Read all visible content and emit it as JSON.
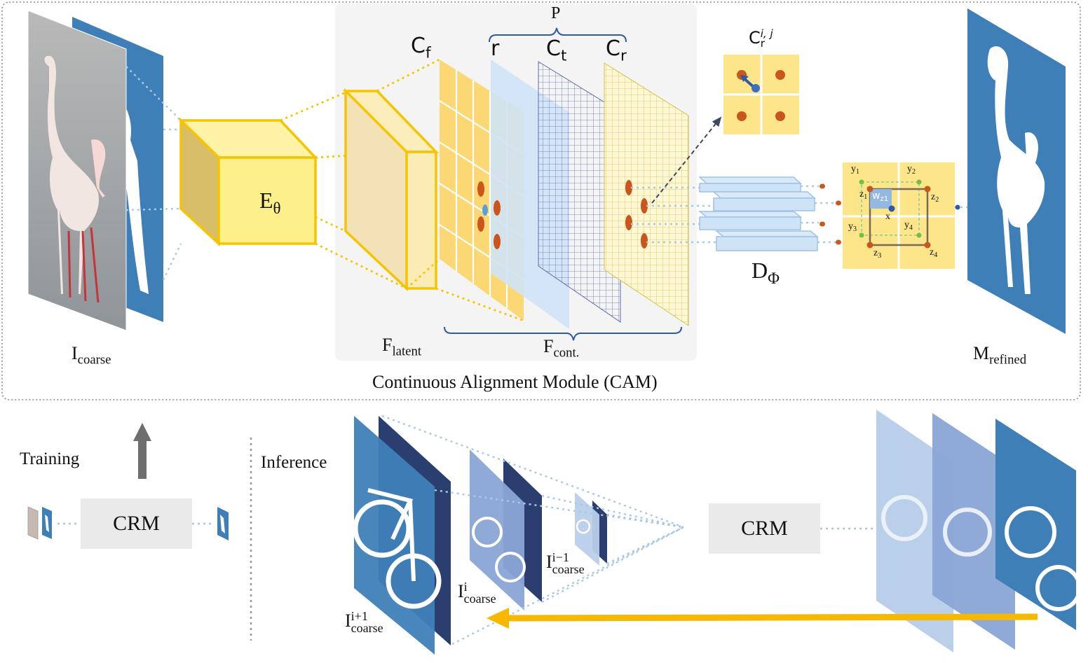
{
  "labels": {
    "cam_title": "Continuous Alignment Module (CAM)",
    "encoder_main": "E",
    "encoder_sub": "θ",
    "decoder_main": "D",
    "decoder_sub": "Φ",
    "cf_main": "C",
    "cf_sub": "f",
    "r": "r",
    "ct_main": "C",
    "ct_sub": "t",
    "cr_main": "C",
    "cr_sub": "r",
    "p": "P",
    "crij_main": "C",
    "crij_sub": "r",
    "crij_sup": "i, j",
    "flatent_main": "F",
    "flatent_sub": "latent",
    "fcont_main": "F",
    "fcont_sub": "cont.",
    "icoarse_main": "I",
    "icoarse_sub": "coarse",
    "mrefined_main": "M",
    "mrefined_sub": "refined",
    "training": "Training",
    "inference": "Inference",
    "crm_training": "CRM",
    "crm_inference": "CRM",
    "i_prev_main": "I",
    "i_prev_sub": "coarse",
    "i_prev_sup": "i−1",
    "i_cur_main": "I",
    "i_cur_sub": "coarse",
    "i_cur_sup": "i",
    "i_next_main": "I",
    "i_next_sub": "coarse",
    "i_next_sup": "i+1"
  },
  "interp": {
    "y1": "y1",
    "y2": "y2",
    "y3": "y3",
    "y4": "y4",
    "z1": "z1",
    "z2": "z2",
    "z3": "z3",
    "z4": "z4",
    "wz": "w",
    "wz_sub": "z1",
    "x": "x"
  },
  "colors": {
    "yellow": "#f6c400",
    "yellow_fill": "#fde58a",
    "blue_mask": "#3f7fb8",
    "light_blue": "#cfe3f6",
    "orange_dot": "#c8561d",
    "gray_box": "#eaeaea",
    "cam_panel": "#f4f4f4",
    "arrow_yellow": "#f6b800"
  }
}
